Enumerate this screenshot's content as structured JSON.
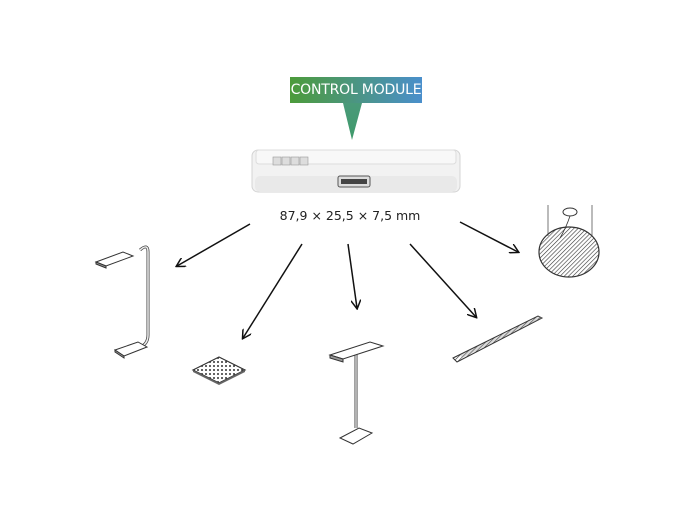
{
  "label": {
    "text": "CONTROL MODULE",
    "gradient_start": "#4c9b3a",
    "gradient_end": "#4a8fcc"
  },
  "dimensions": "87,9 × 25,5 × 7,5 mm",
  "luminaires": [
    "desk-lamp",
    "square-panel",
    "floor-lamp",
    "linear-luminaire",
    "round-pendant"
  ]
}
